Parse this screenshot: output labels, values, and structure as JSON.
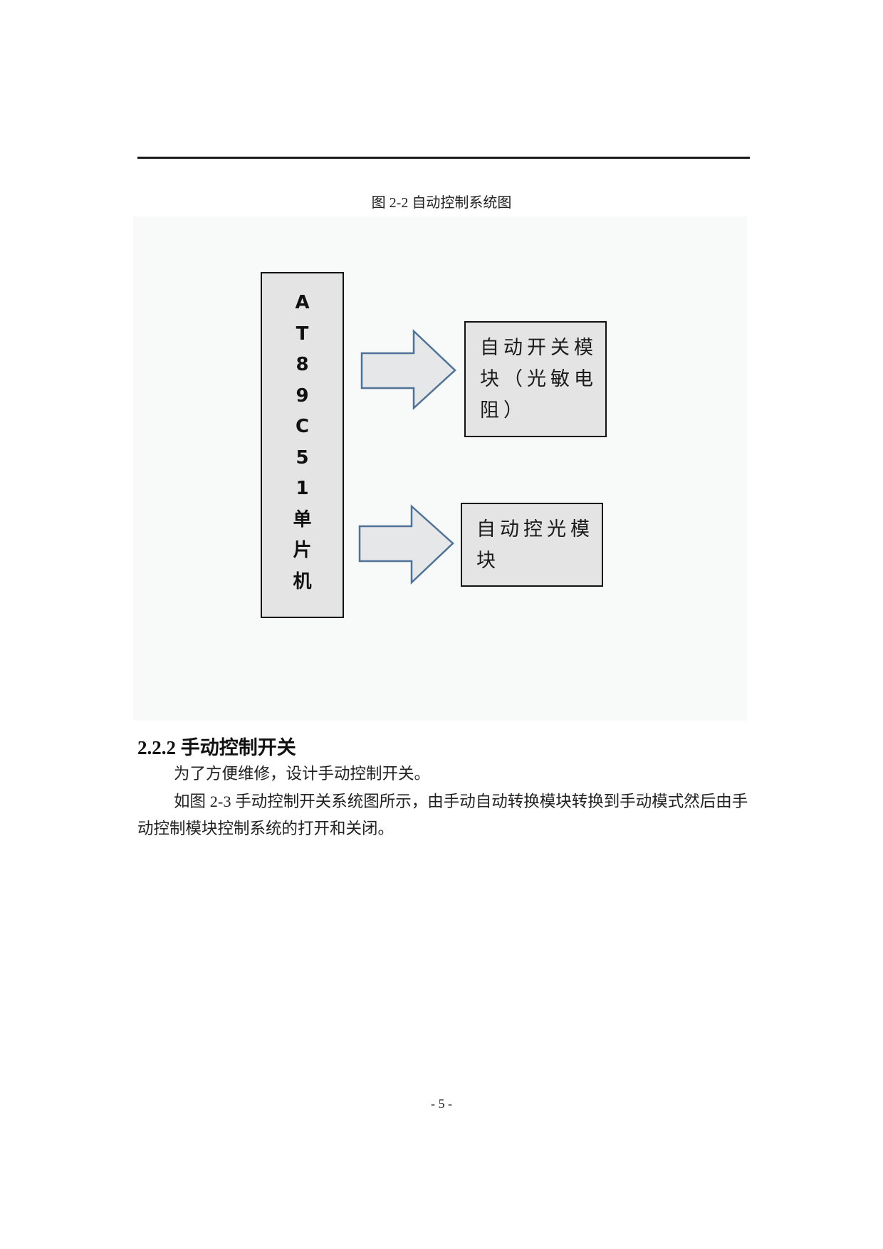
{
  "figure": {
    "caption": "图 2-2 自动控制系统图",
    "mcu_label_chars": [
      "A",
      "T",
      "8",
      "9",
      "C",
      "5",
      "1",
      "单",
      "片",
      "机"
    ],
    "modules": [
      {
        "label": "自动开关模块（光敏电阻）"
      },
      {
        "label": "自动控光模块"
      }
    ],
    "colors": {
      "box_fill": "#e4e4e4",
      "arrow_stroke": "#4f7398",
      "arrow_fill": "#e6e7e9",
      "background": "#f8f9f9"
    }
  },
  "section": {
    "heading": "2.2.2 手动控制开关",
    "paragraphs": [
      "为了方便维修，设计手动控制开关。",
      "如图 2-3 手动控制开关系统图所示，由手动自动转换模块转换到手动模式然后由手动控制模块控制系统的打开和关闭。"
    ]
  },
  "footer": {
    "page_number": "- 5 -"
  }
}
